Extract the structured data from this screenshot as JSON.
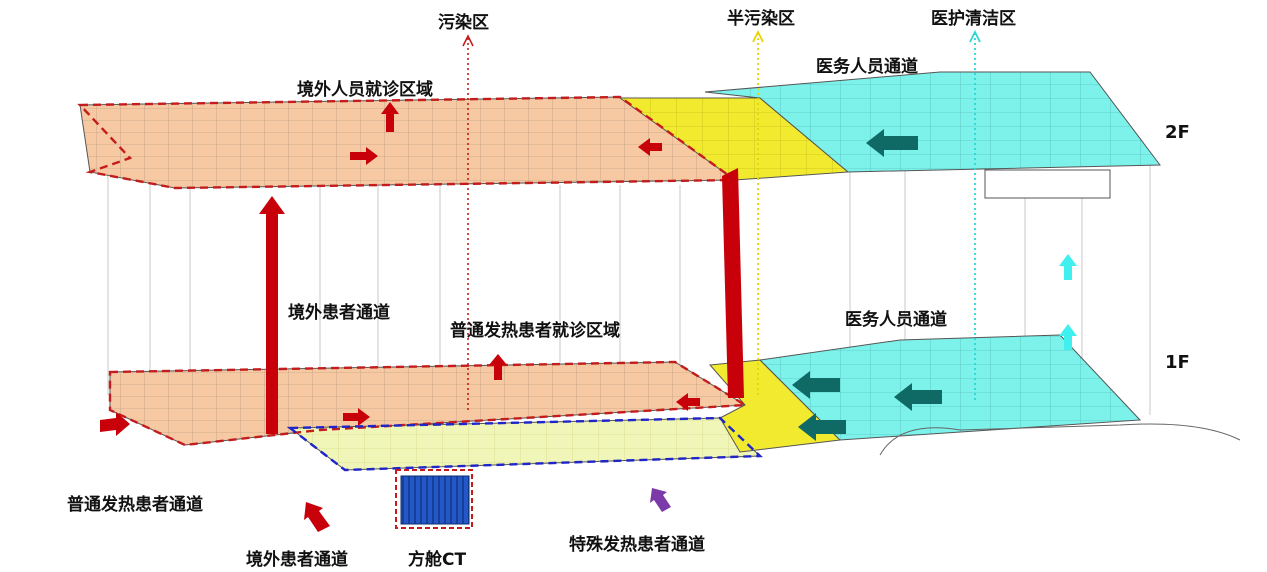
{
  "zones": {
    "contaminated": "污染区",
    "semi_contaminated": "半污染区",
    "clean": "医护清洁区"
  },
  "floors": {
    "second": "2F",
    "first": "1F"
  },
  "areas": {
    "overseas_clinic": "境外人员就诊区域",
    "fever_clinic": "普通发热患者就诊区域"
  },
  "channels": {
    "medical_staff_2f": "医务人员通道",
    "medical_staff_1f": "医务人员通道",
    "overseas_patient_mid": "境外患者通道",
    "fever_patient": "普通发热患者通道",
    "overseas_patient_bottom": "境外患者通道",
    "special_fever_patient": "特殊发热患者通道"
  },
  "ct": {
    "label": "方舱CT"
  },
  "colors": {
    "contaminated_fill": "#f7c9a3",
    "semi_fill": "#f2ea2e",
    "clean_fill": "#7df2ea",
    "special_fill": "#f0f6b8",
    "red_arrow": "#c8000a",
    "teal_arrow": "#0f6a66",
    "cyan_arrow": "#3ff0ee",
    "purple_arrow": "#7b3aa8",
    "red_dash": "#c41c1c",
    "blue_dash": "#1f25c8",
    "yellow_dot": "#e6d400",
    "cyan_dot": "#2ad6d6",
    "container_blue": "#1f4db8"
  }
}
